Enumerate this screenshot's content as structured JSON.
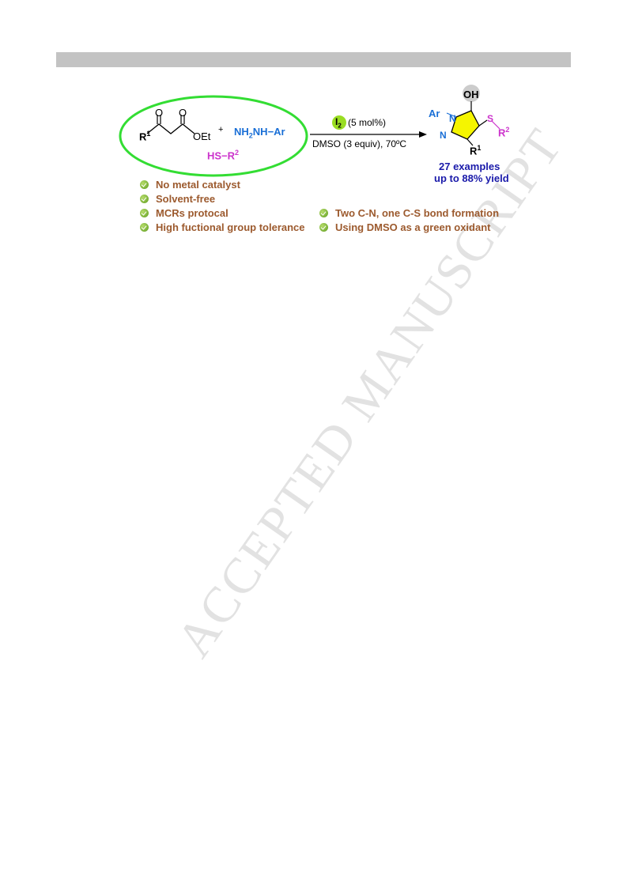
{
  "watermark": "ACCEPTED MANUSCRIPT",
  "scheme": {
    "reactant_r1": "R",
    "reactant_r1_sup": "1",
    "reactant_oxygen1": "O",
    "reactant_oxygen2": "O",
    "reactant_ester": "OEt",
    "plus": "+",
    "hydrazine_nh": "NH",
    "hydrazine_sub": "2",
    "hydrazine_rest": "NH−Ar",
    "thiol_hs": "HS−R",
    "thiol_sup": "2",
    "catalyst": "I",
    "catalyst_sub": "2",
    "catalyst_loading": "(5 mol%)",
    "conditions": "DMSO (3 equiv), 70ºC",
    "product_oh": "OH",
    "product_ar": "Ar",
    "product_n1": "N",
    "product_n2": "N",
    "product_s": "S",
    "product_r2": "R",
    "product_r2_sup": "2",
    "product_r1": "R",
    "product_r1_sup": "1",
    "examples": "27 examples",
    "yield": "up to 88% yield"
  },
  "benefits_left": [
    "No metal catalyst",
    "Solvent-free",
    "MCRs protocal",
    "High fuctional group tolerance"
  ],
  "benefits_right": [
    "Two C-N, one C-S bond formation",
    "Using DMSO as a green oxidant"
  ],
  "colors": {
    "oval": "#33dd33",
    "hydrazine": "#1a6fd6",
    "thiol": "#cc33cc",
    "product_ring": "#f5f500",
    "results": "#1a1aaa",
    "benefit_text": "#9c5a2e"
  }
}
